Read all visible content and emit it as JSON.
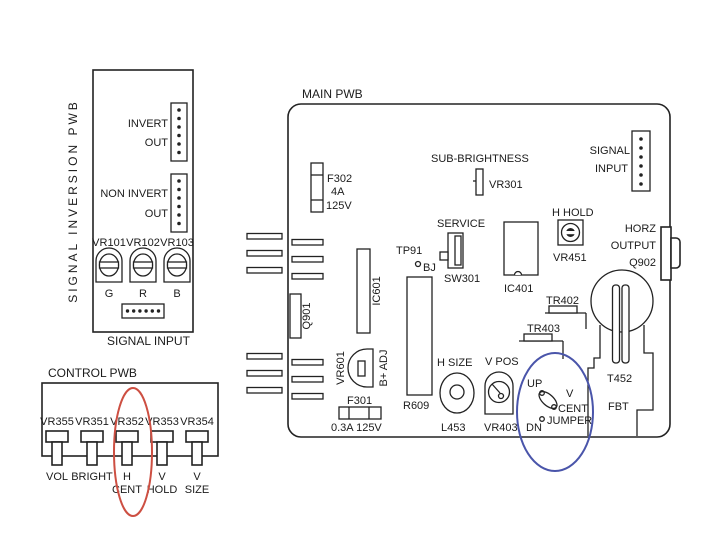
{
  "colors": {
    "line": "#222222",
    "red_annotation": "#cd4f42",
    "blue_annotation": "#4a55aa"
  },
  "signal_inversion_pwb": {
    "title": "SIGNAL INVERSION PWB",
    "invert_line1": "INVERT",
    "invert_line2": "OUT",
    "non_invert_line1": "NON INVERT",
    "non_invert_line2": "OUT",
    "pots": [
      {
        "ref": "VR101",
        "channel": "G"
      },
      {
        "ref": "VR102",
        "channel": "R"
      },
      {
        "ref": "VR103",
        "channel": "B"
      }
    ],
    "signal_input": "SIGNAL INPUT"
  },
  "control_pwb": {
    "title": "CONTROL PWB",
    "pots": [
      {
        "ref": "VR355",
        "label1": "VOL",
        "label2": ""
      },
      {
        "ref": "VR351",
        "label1": "BRIGHT",
        "label2": ""
      },
      {
        "ref": "VR352",
        "label1": "H",
        "label2": "CENT",
        "highlighted": true
      },
      {
        "ref": "VR353",
        "label1": "V",
        "label2": "HOLD"
      },
      {
        "ref": "VR354",
        "label1": "V",
        "label2": "SIZE"
      }
    ]
  },
  "main_pwb": {
    "title": "MAIN PWB",
    "f302": {
      "ref": "F302",
      "rating1": "4A",
      "rating2": "125V"
    },
    "sub_brightness": {
      "label": "SUB-BRIGHTNESS",
      "ref": "VR301"
    },
    "signal_input": {
      "line1": "SIGNAL",
      "line2": "INPUT"
    },
    "service": {
      "label": "SERVICE",
      "ref": "SW301"
    },
    "tp91": {
      "ref": "TP91",
      "note": "BJ"
    },
    "ic601": "IC601",
    "q901": "Q901",
    "h_hold": {
      "label": "H HOLD",
      "ref": "VR451"
    },
    "horz_output": {
      "line1": "HORZ",
      "line2": "OUTPUT",
      "ref": "Q902"
    },
    "ic401": "IC401",
    "tr402": "TR402",
    "tr403": "TR403",
    "vr601": {
      "ref": "VR601",
      "label": "B+ ADJ"
    },
    "f301": {
      "ref": "F301",
      "rating": "0.3A 125V"
    },
    "r609": "R609",
    "h_size": {
      "label": "H SIZE",
      "ref": "L453"
    },
    "v_pos": {
      "label": "V POS",
      "ref": "VR403"
    },
    "v_cent_jumper": {
      "up": "UP",
      "dn": "DN",
      "line1": "V",
      "line2": "CENT",
      "line3": "JUMPER"
    },
    "fbt": {
      "ref": "T452",
      "label": "FBT"
    }
  }
}
